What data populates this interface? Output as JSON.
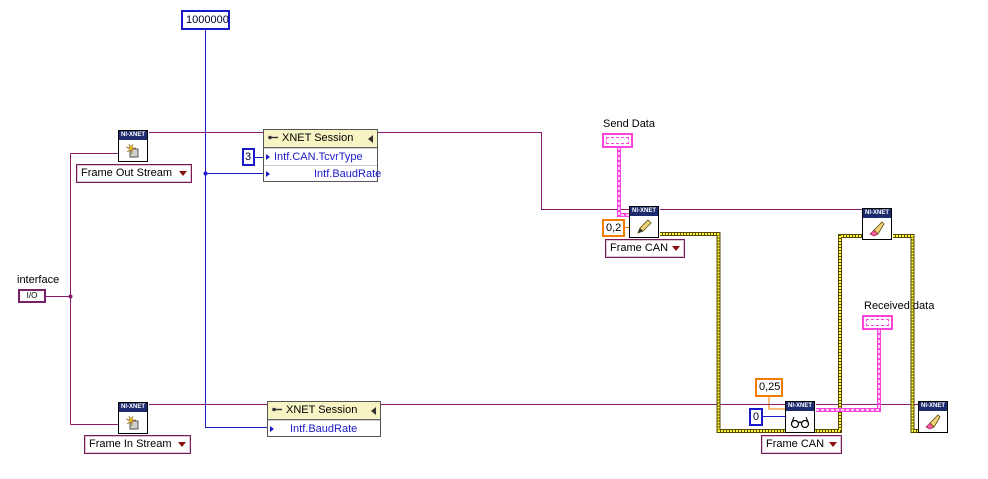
{
  "constants": {
    "baud_rate": "1000000",
    "tcvr_type": "3",
    "write_timeout": "0,2",
    "read_timeout": "0,25",
    "read_count": "0"
  },
  "labels": {
    "interface": "interface",
    "send_data": "Send Data",
    "received_data": "Received data"
  },
  "io_constant": {
    "text": "I/O"
  },
  "xnet_header": "NI-XNET",
  "modes": {
    "create_out": "Frame Out Stream",
    "create_in": "Frame In Stream",
    "write": "Frame CAN",
    "read": "Frame CAN"
  },
  "property_nodes": {
    "out": {
      "title": "XNET Session",
      "properties": [
        "Intf.CAN.TcvrType",
        "Intf.BaudRate"
      ]
    },
    "in": {
      "title": "XNET Session",
      "properties": [
        "Intf.BaudRate"
      ]
    }
  },
  "colors": {
    "refnum_wire": "#8a1a6a",
    "numeric_wire": "#1a1ac8",
    "error_wire_outer": "#5a4a00",
    "error_wire_inner": "#ffff40",
    "cluster_wire": "#ff44dd"
  },
  "icons": {
    "create": "xnet-create-session-icon",
    "write": "xnet-write-icon",
    "read": "xnet-read-icon",
    "clear": "xnet-clear-icon"
  }
}
